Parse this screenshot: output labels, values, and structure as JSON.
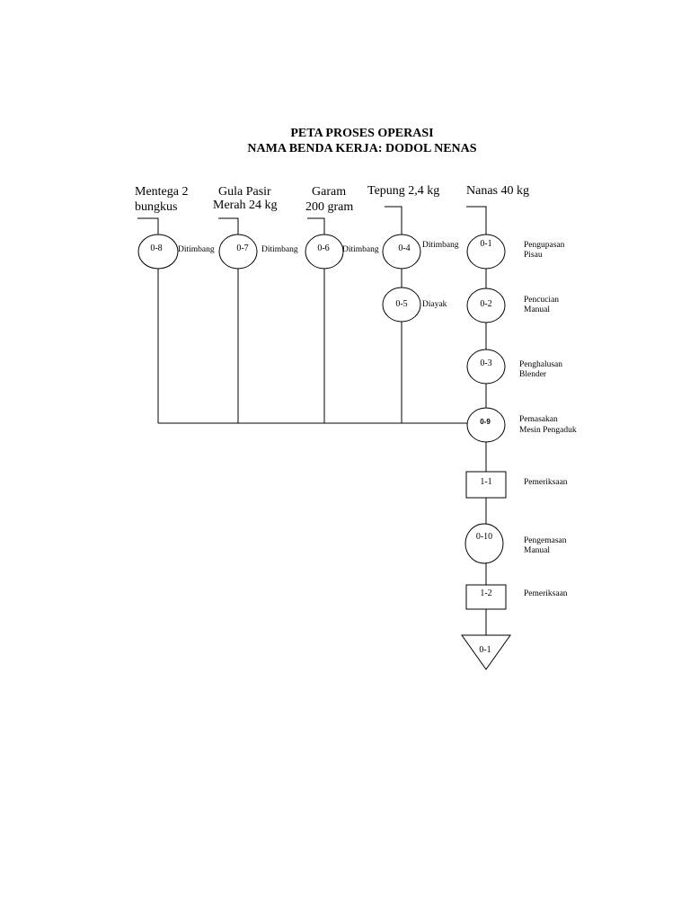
{
  "title": {
    "line1": "PETA PROSES OPERASI",
    "line2": "NAMA BENDA KERJA: DODOL NENAS"
  },
  "materials": [
    {
      "line1": "Mentega 2",
      "line2": "bungkus"
    },
    {
      "line1": "Gula Pasir",
      "line2": "Merah 24 kg"
    },
    {
      "line1": "Garam",
      "line2": "200 gram"
    },
    {
      "line1": "Tepung 2,4 kg",
      "line2": ""
    },
    {
      "line1": "Nanas 40 kg",
      "line2": ""
    }
  ],
  "operations": {
    "op8": {
      "code": "0-8",
      "label": "Ditimbang"
    },
    "op7": {
      "code": "0-7",
      "label": "Ditimbang"
    },
    "op6": {
      "code": "0-6",
      "label": "Ditimbang"
    },
    "op4": {
      "code": "0-4",
      "label": "Ditimbang"
    },
    "op5": {
      "code": "0-5",
      "label": "Diayak"
    },
    "op1": {
      "code": "0-1",
      "label1": "Pengupasan",
      "label2": "Pisau"
    },
    "op2": {
      "code": "0-2",
      "label1": "Pencucian",
      "label2": "Manual"
    },
    "op3": {
      "code": "0-3",
      "label1": "Penghalusan",
      "label2": "Blender"
    },
    "op9": {
      "code": "0-9",
      "label1": "Pemasakan",
      "label2": "Mesin Pengaduk"
    },
    "op10": {
      "code": "0-10",
      "label1": "Pengemasan",
      "label2": "Manual"
    }
  },
  "inspections": {
    "i1": {
      "code": "1-1",
      "label": "Pemeriksaan"
    },
    "i2": {
      "code": "1-2",
      "label": "Pemeriksaan"
    }
  },
  "storage": {
    "code": "0-1"
  }
}
